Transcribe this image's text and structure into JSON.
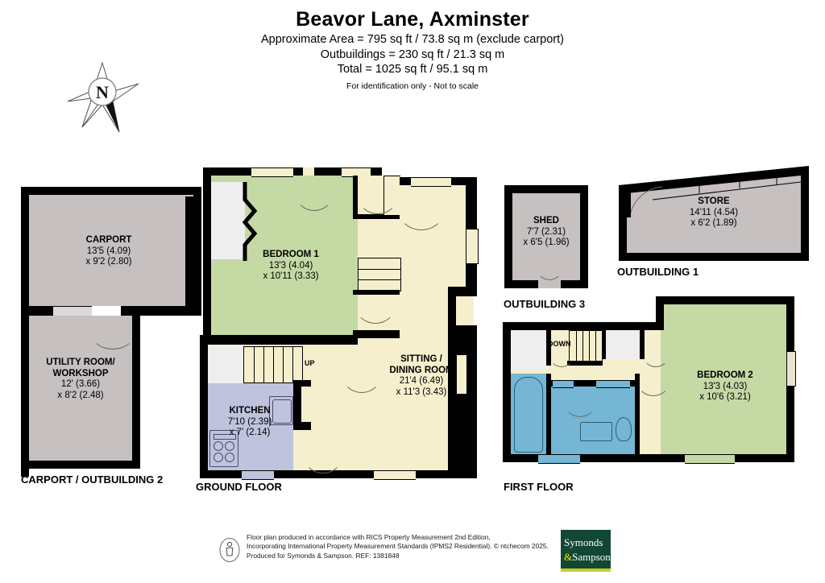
{
  "header": {
    "title": "Beavor Lane, Axminster",
    "line1": "Approximate Area = 795 sq ft / 73.8 sq m (exclude carport)",
    "line2": "Outbuildings = 230 sq ft / 21.3 sq m",
    "line3": "Total = 1025 sq ft / 95.1 sq m",
    "note": "For identification only - Not to scale"
  },
  "compass": {
    "north_letter": "N"
  },
  "floors": {
    "carport_outbuilding2": {
      "label": "CARPORT / OUTBUILDING 2",
      "rooms": [
        {
          "name": "CARPORT",
          "dim1": "13'5 (4.09)",
          "dim2": "x 9'2 (2.80)",
          "fill": "#c6c0c0"
        },
        {
          "name": "UTILITY ROOM/",
          "name2": "WORKSHOP",
          "dim1": "12' (3.66)",
          "dim2": "x 8'2 (2.48)",
          "fill": "#c6c0c0"
        }
      ]
    },
    "ground_floor": {
      "label": "GROUND FLOOR",
      "stair_direction": "UP",
      "rooms": [
        {
          "name": "BEDROOM 1",
          "dim1": "13'3 (4.04)",
          "dim2": "x 10'11 (3.33)",
          "fill": "#c5d9a5"
        },
        {
          "name": "SITTING /",
          "name2": "DINING ROOM",
          "dim1": "21'4 (6.49)",
          "dim2": "x 11'3 (3.43)",
          "fill": "#f5efcd"
        },
        {
          "name": "KITCHEN",
          "dim1": "7'10 (2.39)",
          "dim2": "x 7' (2.14)",
          "fill": "#c0c3dd"
        }
      ]
    },
    "first_floor": {
      "label": "FIRST FLOOR",
      "stair_direction": "DOWN",
      "rooms": [
        {
          "name": "BEDROOM 2",
          "dim1": "13'3 (4.03)",
          "dim2": "x 10'6 (3.21)",
          "fill": "#c5d9a5"
        }
      ]
    },
    "outbuilding1": {
      "label": "OUTBUILDING 1",
      "rooms": [
        {
          "name": "STORE",
          "dim1": "14'11 (4.54)",
          "dim2": "x 6'2 (1.89)",
          "fill": "#c6c0c0"
        }
      ]
    },
    "outbuilding3": {
      "label": "OUTBUILDING 3",
      "rooms": [
        {
          "name": "SHED",
          "dim1": "7'7 (2.31)",
          "dim2": "x 6'5 (1.96)",
          "fill": "#c6c0c0"
        }
      ]
    }
  },
  "footer": {
    "line1": "Floor plan produced in accordance with RICS Property Measurement 2nd Edition,",
    "line2": "Incorporating International Property Measurement Standards (IPMS2 Residential).   © ntchecom 2025.",
    "line3": "Produced for Symonds & Sampson.    REF:  1381848",
    "logo_line1": "Symonds",
    "logo_amp": "&",
    "logo_line2": "Sampson"
  },
  "colors": {
    "wall": "#000000",
    "grey_room": "#c6c0c0",
    "green_room": "#c5d9a5",
    "cream_room": "#f5efcd",
    "lavender_room": "#c0c3dd",
    "blue_room": "#74b6d4",
    "logo_green": "#114733",
    "logo_yellow": "#f2e40b"
  }
}
